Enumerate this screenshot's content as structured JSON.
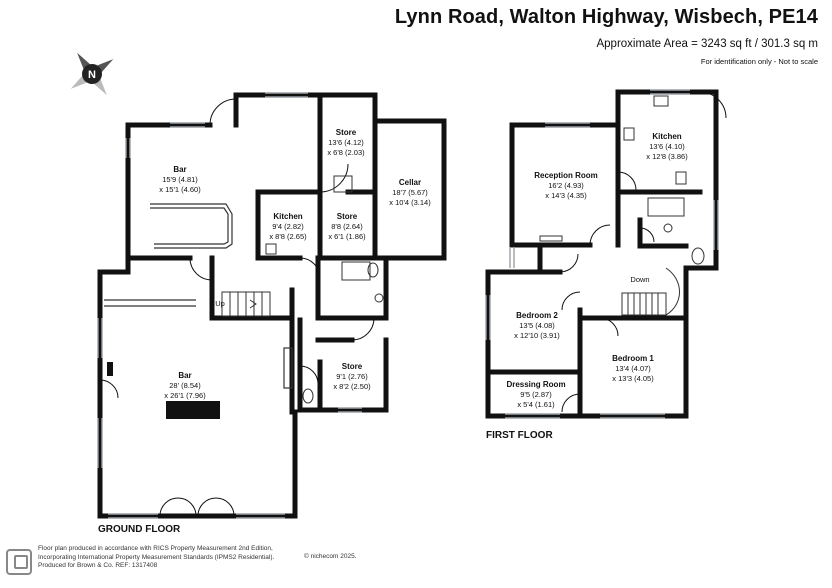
{
  "header": {
    "title": "Lynn Road, Walton Highway, Wisbech, PE14",
    "area": "Approximate Area = 3243 sq ft / 301.3 sq m",
    "note": "For identification only - Not to scale"
  },
  "compass": {
    "letter": "N"
  },
  "ground_floor": {
    "label": "GROUND FLOOR",
    "rooms": [
      {
        "name": "Bar",
        "dim1": "15'9 (4.81)",
        "dim2": "x 15'1 (4.60)"
      },
      {
        "name": "Store",
        "dim1": "13'6 (4.12)",
        "dim2": "x 6'8 (2.03)"
      },
      {
        "name": "Cellar",
        "dim1": "18'7 (5.67)",
        "dim2": "x 10'4 (3.14)"
      },
      {
        "name": "Kitchen",
        "dim1": "9'4 (2.82)",
        "dim2": "x 8'8 (2.65)"
      },
      {
        "name": "Store",
        "dim1": "8'8 (2.64)",
        "dim2": "x 6'1 (1.86)"
      },
      {
        "name": "Bar",
        "dim1": "28' (8.54)",
        "dim2": "x 26'1 (7.96)"
      },
      {
        "name": "Store",
        "dim1": "9'1 (2.76)",
        "dim2": "x 8'2 (2.50)"
      }
    ],
    "up_label": "Up"
  },
  "first_floor": {
    "label": "FIRST FLOOR",
    "rooms": [
      {
        "name": "Kitchen",
        "dim1": "13'6 (4.10)",
        "dim2": "x 12'8 (3.86)"
      },
      {
        "name": "Reception Room",
        "dim1": "16'2 (4.93)",
        "dim2": "x 14'3 (4.35)"
      },
      {
        "name": "Bedroom 2",
        "dim1": "13'5 (4.08)",
        "dim2": "x 12'10 (3.91)"
      },
      {
        "name": "Bedroom 1",
        "dim1": "13'4 (4.07)",
        "dim2": "x 13'3 (4.05)"
      },
      {
        "name": "Dressing Room",
        "dim1": "9'5 (2.87)",
        "dim2": "x 5'4 (1.61)"
      }
    ],
    "down_label": "Down"
  },
  "footer": {
    "line1": "Floor plan produced in accordance with RICS Property Measurement 2nd Edition,",
    "line2": "Incorporating International Property Measurement Standards (IPMS2 Residential).",
    "line3": "Produced for Brown & Co.   REF: 1317408",
    "brand": "© nichecom 2025."
  },
  "colors": {
    "wall": "#111111",
    "text": "#111111",
    "window": "#9aa0a6"
  }
}
